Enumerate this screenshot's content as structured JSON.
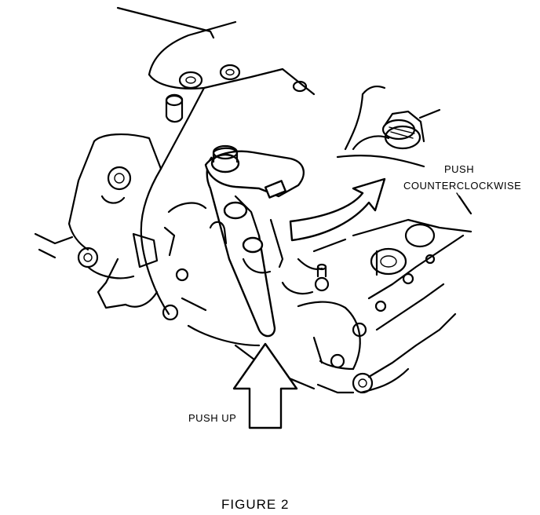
{
  "labels": {
    "push": "PUSH",
    "counterclockwise": "COUNTERCLOCKWISE",
    "push_up": "PUSH UP",
    "caption": "FIGURE 2"
  }
}
